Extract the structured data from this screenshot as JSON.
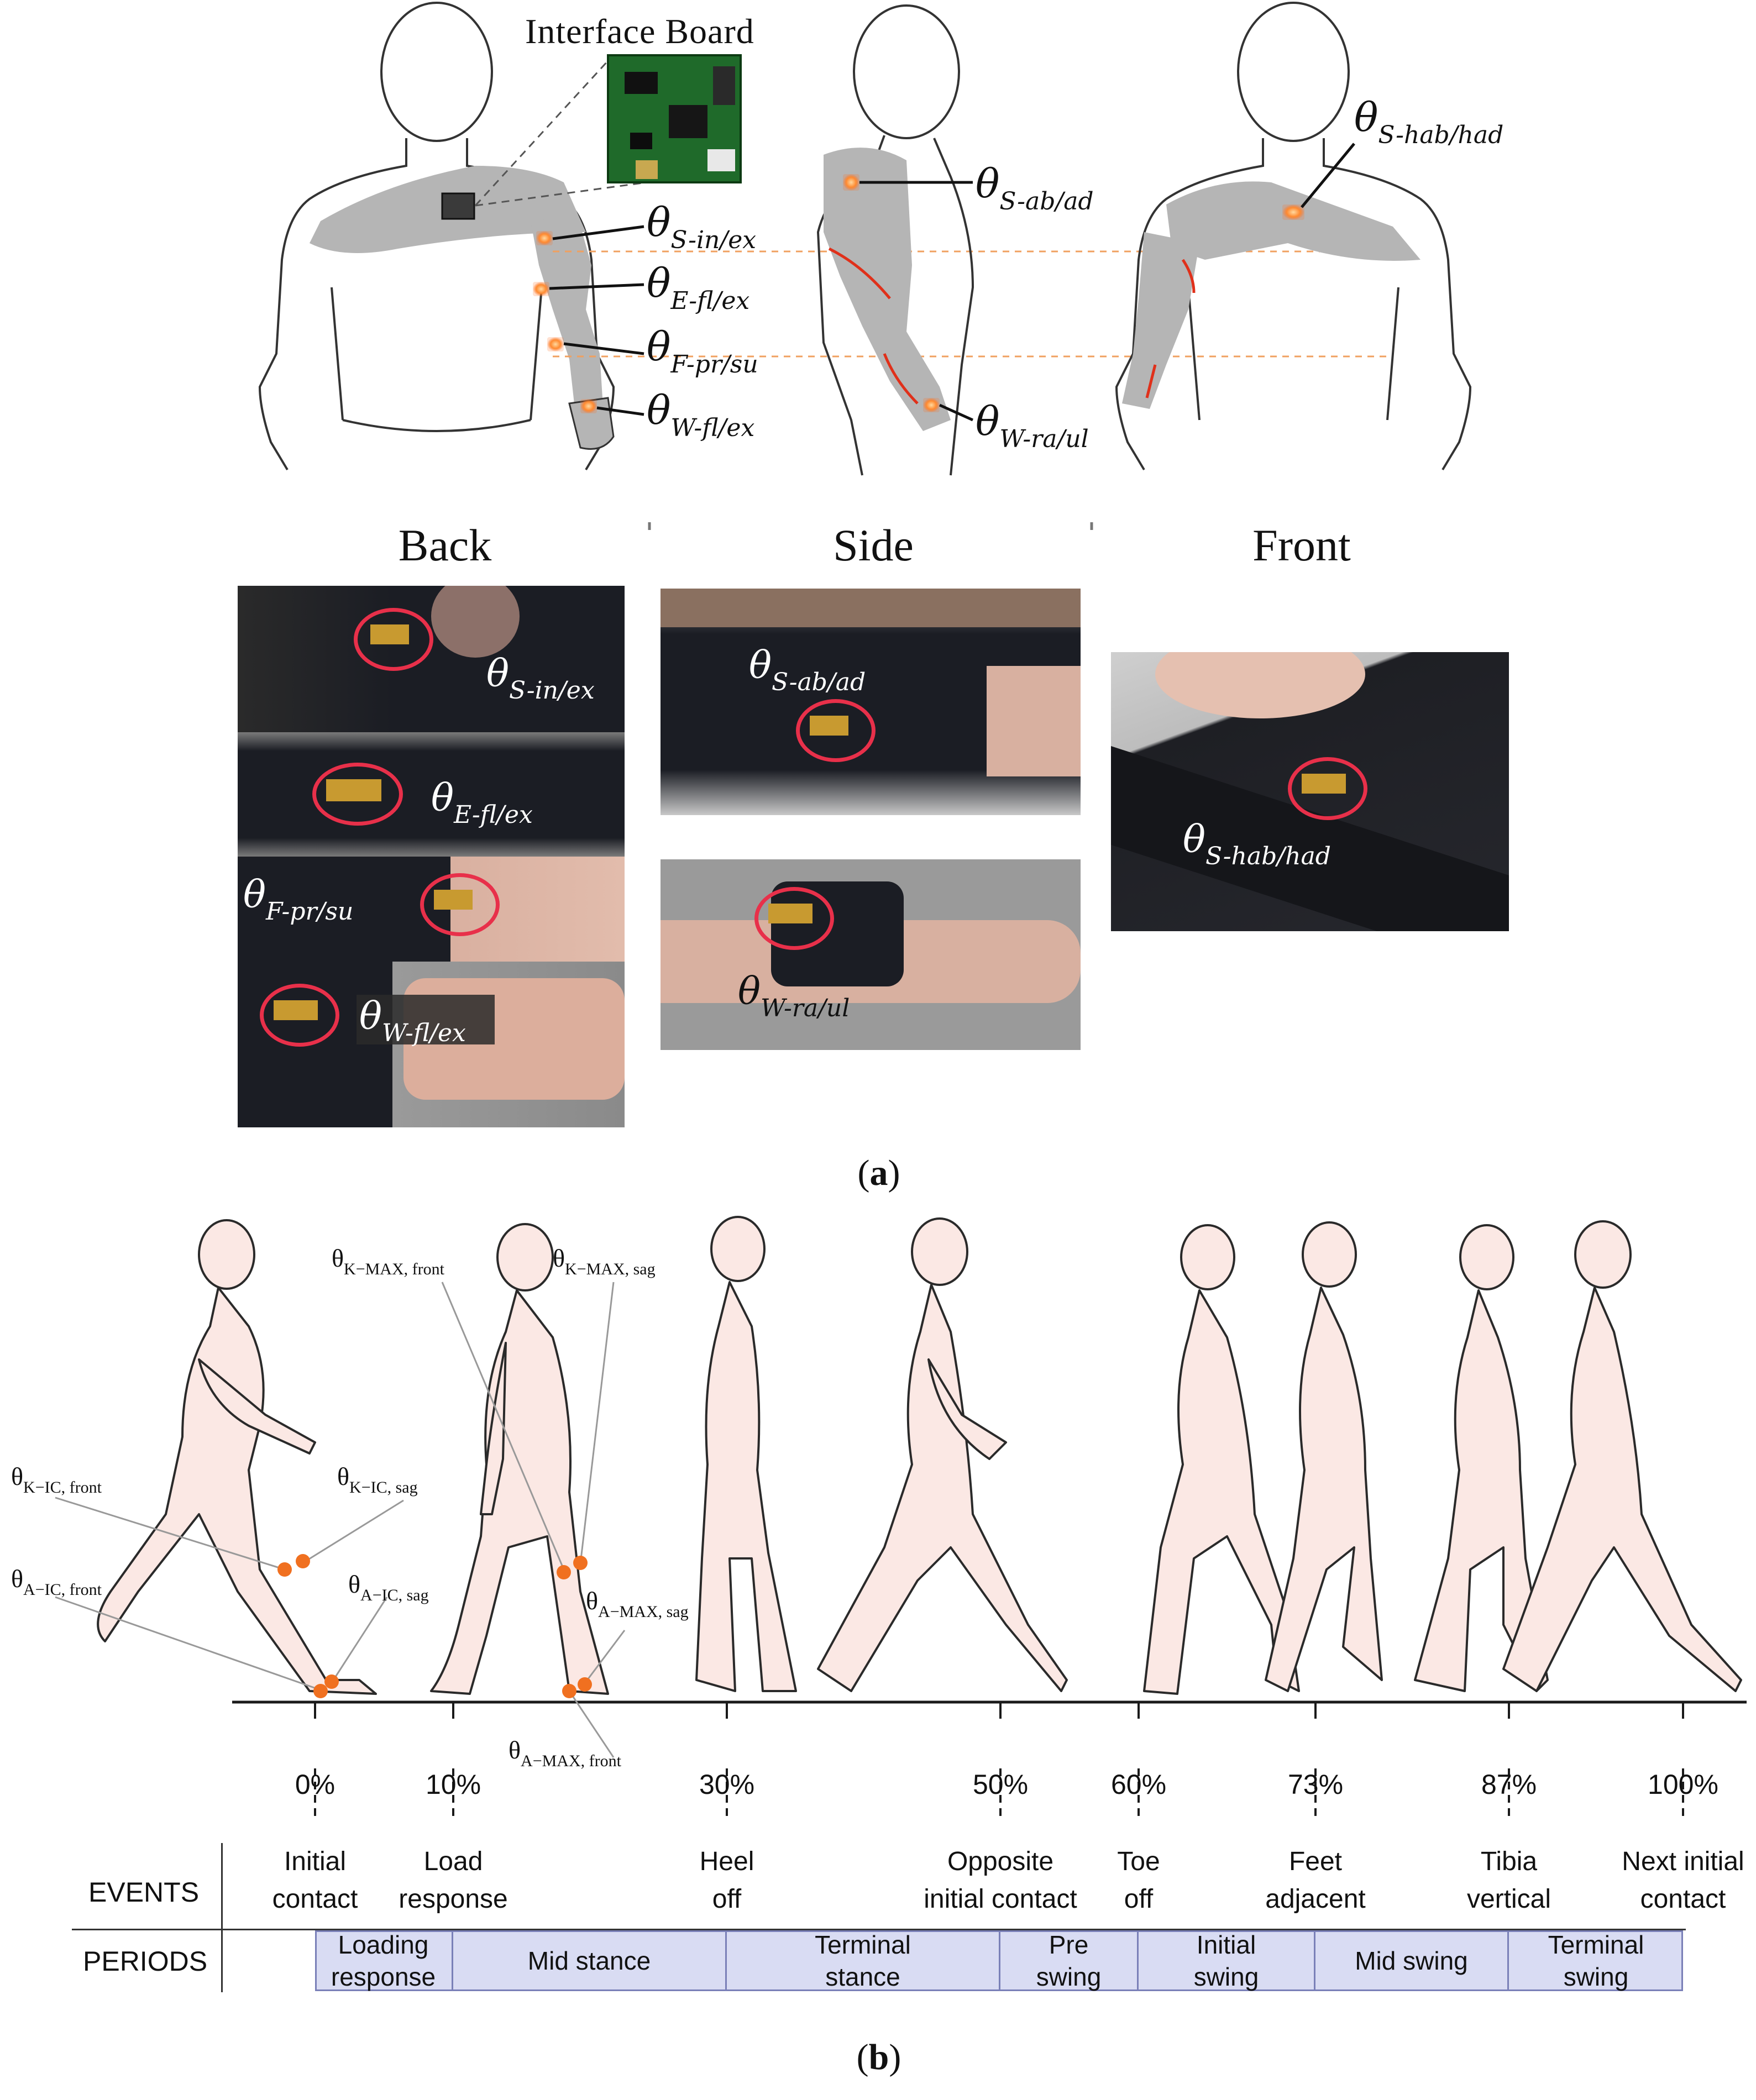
{
  "part_a": {
    "interface_board_label": "Interface Board",
    "views": [
      "Back",
      "Side",
      "Front"
    ],
    "diagram_labels": {
      "back": [
        {
          "theta": "θ",
          "sub": "S-in/ex"
        },
        {
          "theta": "θ",
          "sub": "E-fl/ex"
        },
        {
          "theta": "θ",
          "sub": "F-pr/su"
        },
        {
          "theta": "θ",
          "sub": "W-fl/ex"
        }
      ],
      "side": [
        {
          "theta": "θ",
          "sub": "S-ab/ad"
        },
        {
          "theta": "θ",
          "sub": "W-ra/ul"
        }
      ],
      "front": [
        {
          "theta": "θ",
          "sub": "S-hab/had"
        }
      ]
    },
    "photo_labels": {
      "back": [
        {
          "theta": "θ",
          "sub": "S-in/ex"
        },
        {
          "theta": "θ",
          "sub": "E-fl/ex"
        },
        {
          "theta": "θ",
          "sub": "F-pr/su"
        },
        {
          "theta": "θ",
          "sub": "W-fl/ex"
        }
      ],
      "side": [
        {
          "theta": "θ",
          "sub": "S-ab/ad"
        },
        {
          "theta": "θ",
          "sub": "W-ra/ul"
        }
      ],
      "front": [
        {
          "theta": "θ",
          "sub": "S-hab/had"
        }
      ]
    },
    "caption": "(a)",
    "caption_letter": "a",
    "colors": {
      "sleeve": "#b5b5b5",
      "sensor": "#ff7a2a",
      "wire": "#e0301a",
      "circle": "#e8304a",
      "fabric": "#1b1d24",
      "dashed_guide": "#f0a060"
    }
  },
  "part_b": {
    "angle_labels": [
      {
        "base": "θ",
        "sub": "K−IC, front"
      },
      {
        "base": "θ",
        "sub": "K−IC, sag"
      },
      {
        "base": "θ",
        "sub": "A−IC, front"
      },
      {
        "base": "θ",
        "sub": "A−IC, sag"
      },
      {
        "base": "θ",
        "sub": "K−MAX, front"
      },
      {
        "base": "θ",
        "sub": "K−MAX, sag"
      },
      {
        "base": "θ",
        "sub": "A−MAX, sag"
      },
      {
        "base": "θ",
        "sub": "A−MAX, front"
      }
    ],
    "percentages": [
      "0%",
      "10%",
      "30%",
      "50%",
      "60%",
      "73%",
      "87%",
      "100%"
    ],
    "events_header": "EVENTS",
    "periods_header": "PERIODS",
    "events": [
      [
        "Initial",
        "contact"
      ],
      [
        "Load",
        "response"
      ],
      [
        "Heel",
        "off"
      ],
      [
        "Opposite",
        "initial contact"
      ],
      [
        "Toe",
        "off"
      ],
      [
        "Feet",
        "adjacent"
      ],
      [
        "Tibia",
        "vertical"
      ],
      [
        "Next initial",
        "contact"
      ]
    ],
    "periods": [
      [
        "Loading",
        "response"
      ],
      [
        "Mid stance"
      ],
      [
        "Terminal",
        "stance"
      ],
      [
        "Pre",
        "swing"
      ],
      [
        "Initial",
        "swing"
      ],
      [
        "Mid swing"
      ],
      [
        "Terminal",
        "swing"
      ]
    ],
    "caption": "(b)",
    "caption_letter": "b",
    "colors": {
      "body": "#fbe8e4",
      "outline": "#2a2a2a",
      "joint": "#f07020",
      "period_fill": "#d9dcf3",
      "period_border": "#7a80b8"
    }
  }
}
